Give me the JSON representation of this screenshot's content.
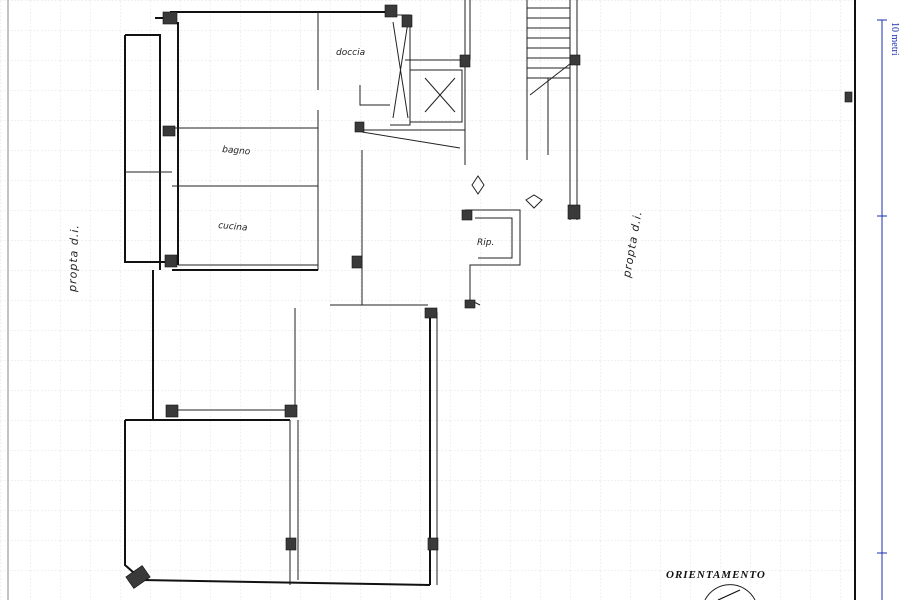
{
  "labels": {
    "doccia": "doccia",
    "bagno": "bagno",
    "cucina": "cucina",
    "rip": "Rip.",
    "propta_left": "propta d.i.",
    "propta_right": "propta d.i.",
    "orientamento": "ORIENTAMENTO",
    "scale": "10 metri"
  },
  "colors": {
    "ink": "#111111",
    "grid": "#c8c8c8",
    "scale_ink": "#1a2fb0"
  }
}
